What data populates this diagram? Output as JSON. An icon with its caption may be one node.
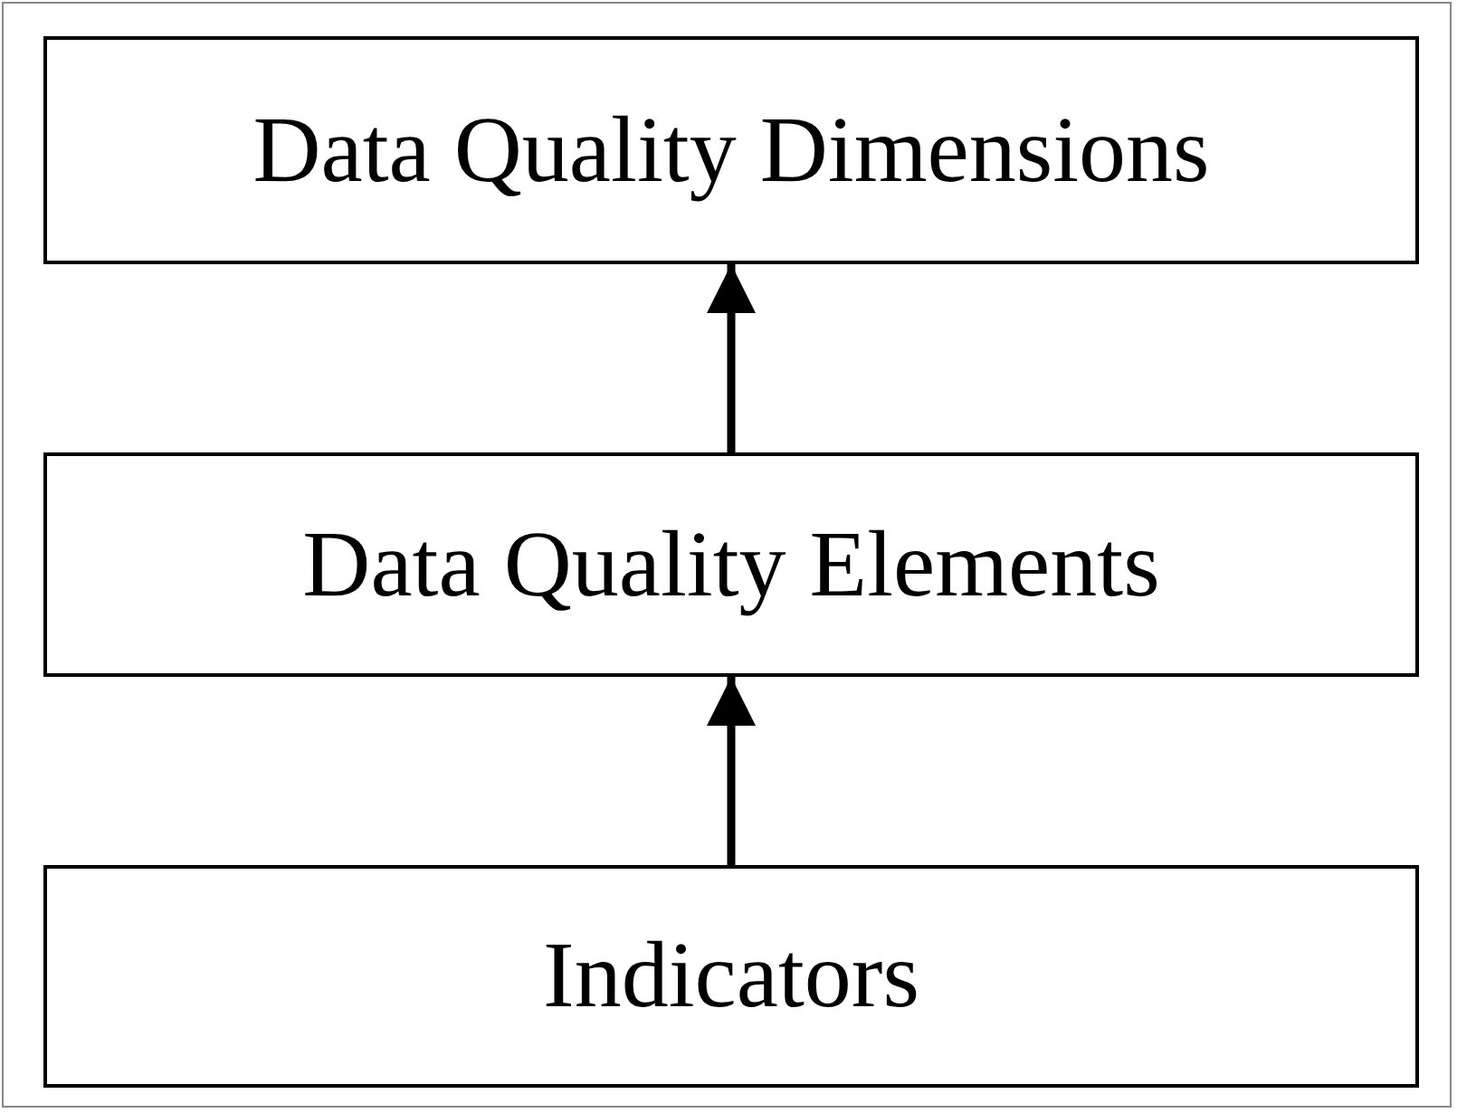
{
  "diagram": {
    "nodes": [
      {
        "text": [
          "Data Quality Dimensions"
        ]
      },
      {
        "text": [
          "Data Quality Elements"
        ]
      },
      {
        "text": [
          "Indicators"
        ]
      }
    ],
    "edges": [
      {
        "from": 1,
        "to": 0,
        "arrow": "to"
      },
      {
        "from": 2,
        "to": 1,
        "arrow": "to"
      }
    ]
  }
}
